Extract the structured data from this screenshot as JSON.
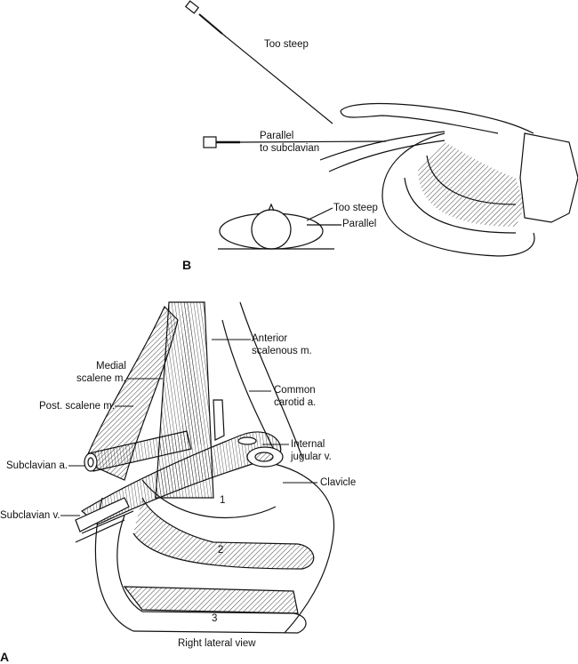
{
  "panel_b": {
    "letter": "B",
    "needle_too_steep": "Too steep",
    "needle_parallel_line1": "Parallel",
    "needle_parallel_line2": "to subclavian",
    "head_too_steep": "Too steep",
    "head_parallel": "Parallel"
  },
  "panel_a": {
    "letter": "A",
    "anterior_line1": "Anterior",
    "anterior_line2": "scalenous m.",
    "medial_line1": "Medial",
    "medial_line2": "scalene m.",
    "posterior": "Post. scalene m.",
    "carotid_line1": "Common",
    "carotid_line2": "carotid a.",
    "subclavian_artery": "Subclavian a.",
    "jugular_line1": "Internal",
    "jugular_line2": "jugular v.",
    "clavicle": "Clavicle",
    "subclavian_vein": "Subclavian v.",
    "rib1": "1",
    "rib2": "2",
    "rib3": "3",
    "caption": "Right lateral view"
  }
}
